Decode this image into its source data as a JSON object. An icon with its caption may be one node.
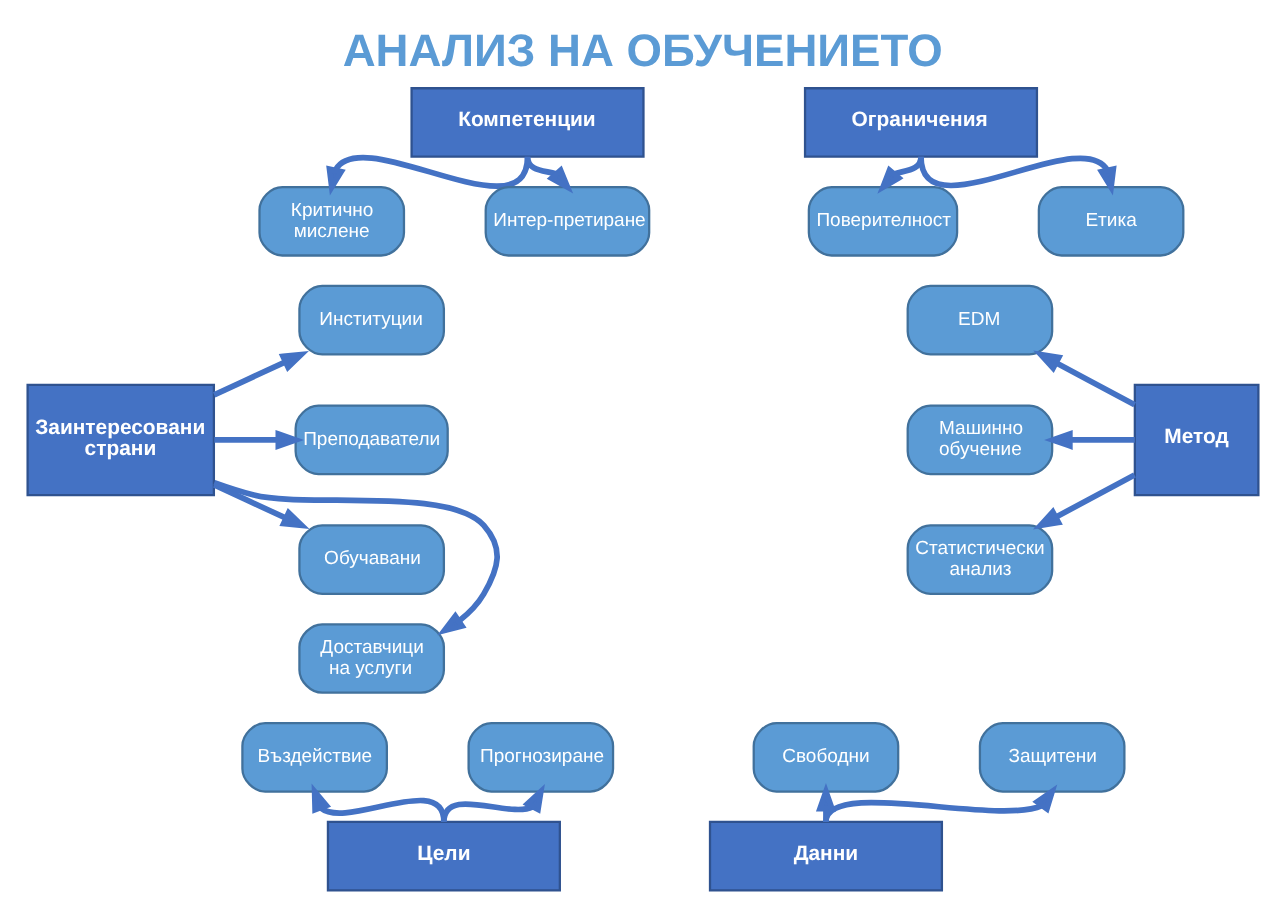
{
  "diagram": {
    "title": "АНАЛИЗ НА ОБУЧЕНИЕТО",
    "nodes": [
      {
        "text": [
          "Компетенции"
        ]
      },
      {
        "text": [
          "Ограничения"
        ]
      },
      {
        "text": [
          "Критично мислене"
        ]
      },
      {
        "text": [
          "Интер-претиране"
        ]
      },
      {
        "text": [
          "Поверителност"
        ]
      },
      {
        "text": [
          "Етика"
        ]
      },
      {
        "text": [
          "Заинтересовани страни"
        ]
      },
      {
        "text": [
          "Институции"
        ]
      },
      {
        "text": [
          "Преподаватели"
        ]
      },
      {
        "text": [
          "Обучавани"
        ]
      },
      {
        "text": [
          "Доставчици на услуги"
        ]
      },
      {
        "text": [
          "EDM"
        ]
      },
      {
        "text": [
          "Машинно обучение"
        ]
      },
      {
        "text": [
          "Статистически анализ"
        ]
      },
      {
        "text": [
          "Метод"
        ]
      },
      {
        "text": [
          "Въздействие"
        ]
      },
      {
        "text": [
          "Прогнозиране"
        ]
      },
      {
        "text": [
          "Свободни"
        ]
      },
      {
        "text": [
          "Защитени"
        ]
      },
      {
        "text": [
          "Цели"
        ]
      },
      {
        "text": [
          "Данни"
        ]
      }
    ],
    "edges": [
      {
        "from": 0,
        "to": 2,
        "arrow": "to"
      },
      {
        "from": 0,
        "to": 3,
        "arrow": "to"
      },
      {
        "from": 1,
        "to": 4,
        "arrow": "to"
      },
      {
        "from": 1,
        "to": 5,
        "arrow": "to"
      },
      {
        "from": 6,
        "to": 7,
        "arrow": "to"
      },
      {
        "from": 6,
        "to": 8,
        "arrow": "to"
      },
      {
        "from": 6,
        "to": 9,
        "arrow": "to"
      },
      {
        "from": 6,
        "to": 10,
        "arrow": "to"
      },
      {
        "from": 14,
        "to": 11,
        "arrow": "to"
      },
      {
        "from": 14,
        "to": 12,
        "arrow": "to"
      },
      {
        "from": 14,
        "to": 13,
        "arrow": "to"
      },
      {
        "from": 19,
        "to": 15,
        "arrow": "to"
      },
      {
        "from": 19,
        "to": 16,
        "arrow": "to"
      },
      {
        "from": 20,
        "to": 17,
        "arrow": "to"
      },
      {
        "from": 20,
        "to": 18,
        "arrow": "to"
      }
    ]
  }
}
